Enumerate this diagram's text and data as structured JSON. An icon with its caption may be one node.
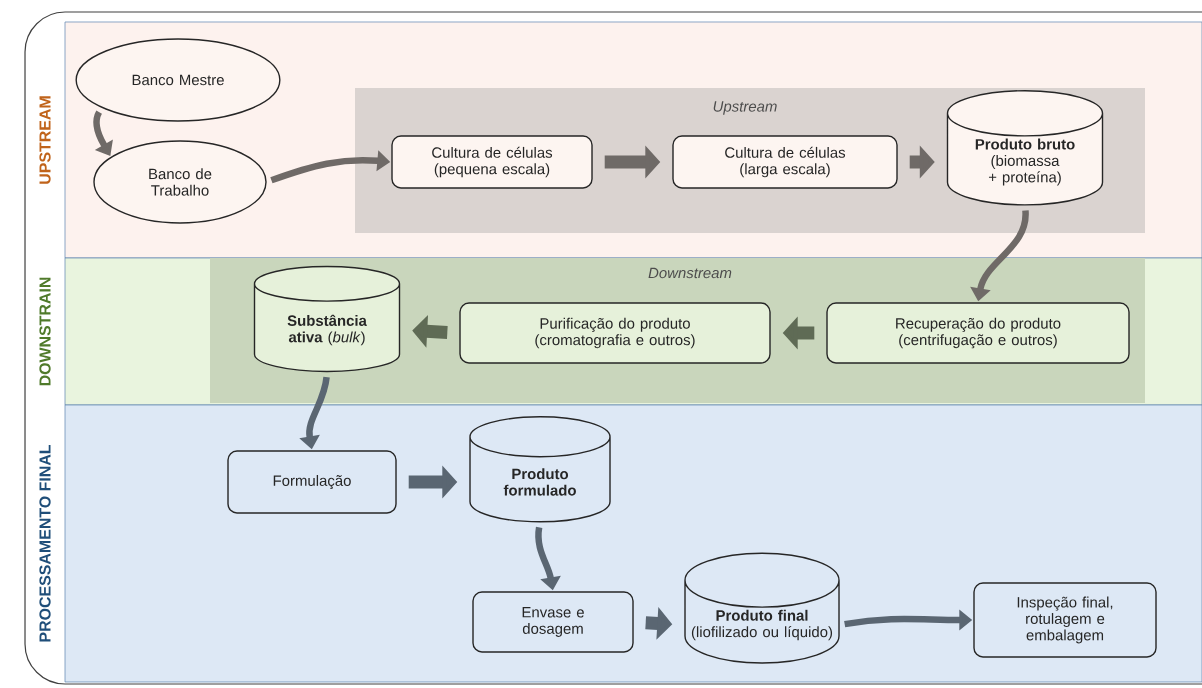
{
  "diagram": {
    "nodes": [
      {
        "text": [
          "UPSTREAM"
        ]
      },
      {
        "text": [
          "DOWNSTRAIN"
        ]
      },
      {
        "text": [
          "PROCESSAMENTO FINAL"
        ]
      },
      {
        "text": [
          "Upstream"
        ],
        "in": 0
      },
      {
        "text": [
          "Banco Mestre"
        ],
        "in": 0
      },
      {
        "text": [
          "Banco de Trabalho"
        ],
        "in": 0
      },
      {
        "text": [
          "Cultura de células (pequena escala)"
        ],
        "in": 3
      },
      {
        "text": [
          "Cultura de células (larga escala)"
        ],
        "in": 3
      },
      {
        "text": [
          "**Produto bruto** (biomassa + proteína)"
        ],
        "in": 3
      },
      {
        "text": [
          "Downstream"
        ],
        "in": 1
      },
      {
        "text": [
          "**Substância ativa** (*bulk*)"
        ],
        "in": 9
      },
      {
        "text": [
          "Purificação do produto (cromatografia e outros)"
        ],
        "in": 9
      },
      {
        "text": [
          "Recuperação do produto (centrifugação e outros)"
        ],
        "in": 9
      },
      {
        "text": [
          "Formulação"
        ],
        "in": 2
      },
      {
        "text": [
          "Produto formulado"
        ],
        "in": 2
      },
      {
        "text": [
          "Envase e dosagem"
        ],
        "in": 2
      },
      {
        "text": [
          "**Produto final** (liofilizado ou líquido)"
        ],
        "in": 2
      },
      {
        "text": [
          "Inspeção final, rotulagem e embalagem"
        ],
        "in": 2
      }
    ],
    "edges": [
      {
        "from": 4,
        "to": 5,
        "arrow": "to"
      },
      {
        "from": 5,
        "to": 6,
        "arrow": "to"
      },
      {
        "from": 6,
        "to": 7,
        "arrow": "to",
        "style": "thick"
      },
      {
        "from": 7,
        "to": 8,
        "arrow": "to",
        "style": "thick"
      },
      {
        "from": 8,
        "to": 12,
        "arrow": "to"
      },
      {
        "from": 12,
        "to": 11,
        "arrow": "to",
        "style": "thick",
        "color": "#5f6b55"
      },
      {
        "from": 11,
        "to": 10,
        "arrow": "to",
        "style": "thick",
        "color": "#5f6b55"
      },
      {
        "from": 10,
        "to": 13,
        "arrow": "to",
        "color": "#5a6672"
      },
      {
        "from": 13,
        "to": 14,
        "arrow": "to",
        "style": "thick",
        "color": "#5a6672"
      },
      {
        "from": 14,
        "to": 15,
        "arrow": "to",
        "color": "#5a6672"
      },
      {
        "from": 15,
        "to": 16,
        "arrow": "to",
        "style": "thick",
        "color": "#5a6672"
      },
      {
        "from": 16,
        "to": 17,
        "arrow": "to",
        "color": "#5a6672"
      }
    ]
  }
}
